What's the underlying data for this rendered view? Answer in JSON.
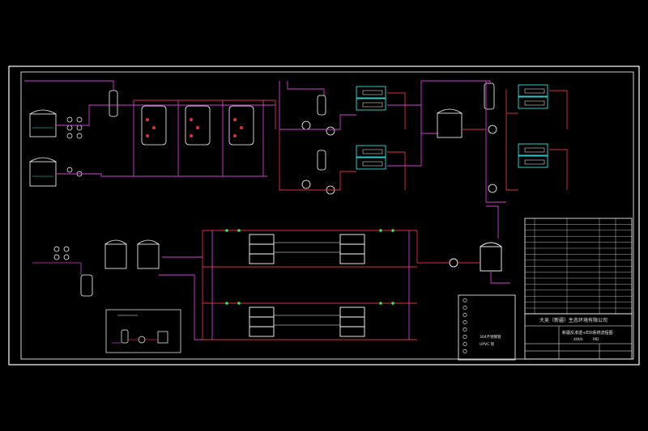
{
  "drawing": {
    "title_block": {
      "company": "大吴（新疆）生态环境有限公司",
      "drawing_title": "新疆反渗透+EDI系统流程图",
      "flow_rate": "40t/h",
      "drawing_code": "PID"
    },
    "legend_items": [
      {
        "symbol": "pump-symbol",
        "text": ""
      },
      {
        "symbol": "valve-symbol",
        "text": ""
      },
      {
        "symbol": "gauge-symbol",
        "text": ""
      },
      {
        "symbol": "flowmeter-symbol",
        "text": ""
      },
      {
        "symbol": "check-valve-symbol",
        "text": ""
      },
      {
        "symbol": "pipe-symbol",
        "text": "304不锈钢管"
      },
      {
        "symbol": "pipe-symbol",
        "text": "UPVC 管"
      },
      {
        "symbol": "pipe-symbol",
        "text": ""
      }
    ],
    "colors": {
      "background": "#000000",
      "border": "#ffffff",
      "pipe_red": "#e0303a",
      "pipe_magenta": "#d040d0",
      "vessel_white": "#ffffff",
      "membrane_cyan": "#30e0e0",
      "component_green": "#40e060"
    }
  }
}
